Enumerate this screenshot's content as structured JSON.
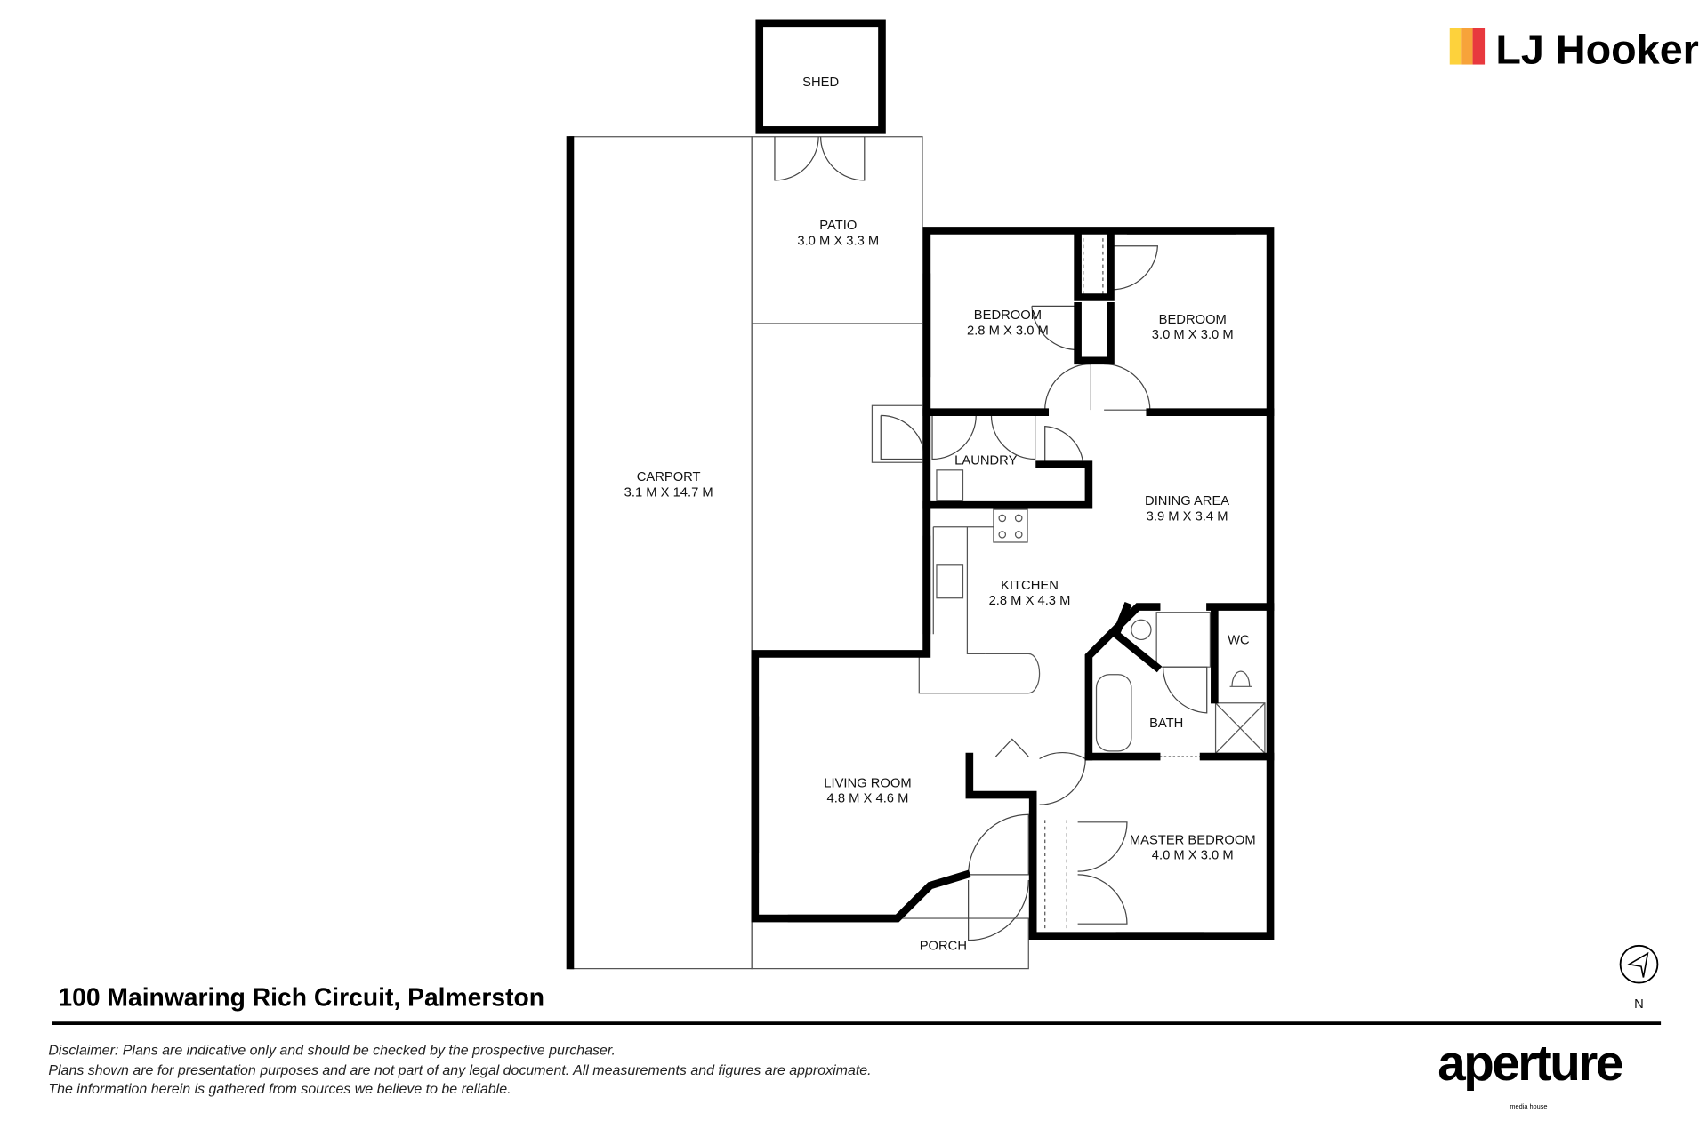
{
  "brand": {
    "name": "LJ Hooker",
    "colors": [
      "#fdd23c",
      "#f7a33a",
      "#e8393e"
    ]
  },
  "rooms": {
    "shed": {
      "name": "SHED"
    },
    "patio": {
      "name": "PATIO",
      "size": "3.0 M X 3.3 M"
    },
    "bedroom1": {
      "name": "BEDROOM",
      "size": "2.8 M X 3.0 M"
    },
    "bedroom2": {
      "name": "BEDROOM",
      "size": "3.0 M X 3.0 M"
    },
    "laundry": {
      "name": "LAUNDRY"
    },
    "carport": {
      "name": "CARPORT",
      "size": "3.1 M X 14.7 M"
    },
    "dining": {
      "name": "DINING AREA",
      "size": "3.9 M X 3.4 M"
    },
    "kitchen": {
      "name": "KITCHEN",
      "size": "2.8 M X 4.3 M"
    },
    "wc": {
      "name": "WC"
    },
    "bath": {
      "name": "BATH"
    },
    "living": {
      "name": "LIVING ROOM",
      "size": "4.8 M X 4.6 M"
    },
    "master": {
      "name": "MASTER BEDROOM",
      "size": "4.0 M X 3.0 M"
    },
    "porch": {
      "name": "PORCH"
    }
  },
  "compass": {
    "label": "N"
  },
  "address": "100 Mainwaring Rich Circuit, Palmerston",
  "disclaimer": {
    "prefix": "Disclaimer:",
    "line1": " Plans are indicative only and should be checked by the prospective purchaser.",
    "line2": "Plans shown are for presentation purposes and are not part of any legal document. All measurements and figures are approximate.",
    "line3": "The information herein is gathered from sources we believe to be reliable."
  },
  "footer_logo": {
    "name": "aperture",
    "sub": "media house"
  }
}
